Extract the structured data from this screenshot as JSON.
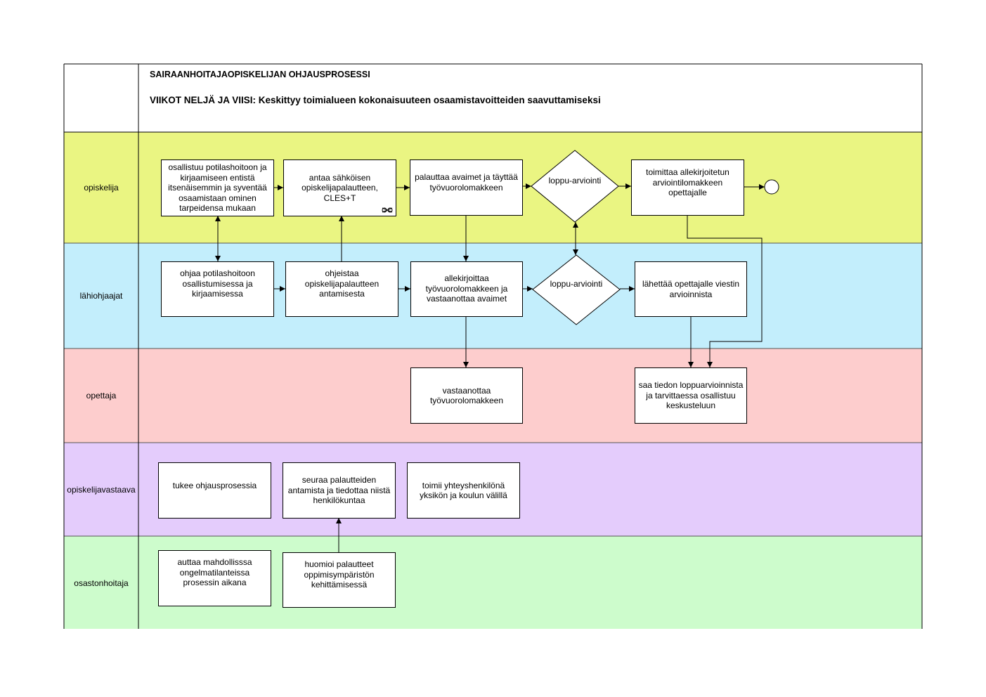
{
  "header": {
    "title": "SAIRAANHOITAJAOPISKELIJAN OHJAUSPROSESSI",
    "subtitle": "VIIKOT NELJÄ JA VIISI: Keskittyy toimialueen kokonaisuuteen osaamistavoitteiden saavuttamiseksi"
  },
  "lanes": [
    {
      "label": "opiskelija",
      "color": "#eaf582"
    },
    {
      "label": "lähiohjaajat",
      "color": "#c3eefc"
    },
    {
      "label": "opettaja",
      "color": "#fdcdcd"
    },
    {
      "label": "opiskelijavastaava",
      "color": "#e4ccfc"
    },
    {
      "label": "osastonhoitaja",
      "color": "#cdfccc"
    }
  ],
  "nodes": {
    "s1": "osallistuu potilashoitoon ja kirjaamiseen entistä itsenäisemmin ja syventää osaamistaan ominen tarpeidensa mukaan",
    "s2": "antaa sähköisen opiskelijapalautteen, CLES+T",
    "s3": "palauttaa avaimet ja täyttää työvuorolomakkeen",
    "s4": "loppu-arviointi",
    "s5": "toimittaa allekirjoitetun arviointilomakkeen opettajalle",
    "l1": "ohjaa potilashoitoon osallistumisessa ja kirjaamisessa",
    "l2": "ohjeistaa opiskelijapalautteen antamisesta",
    "l3": "allekirjoittaa työvuorolomakkeen ja vastaanottaa avaimet",
    "l4": "loppu-arviointi",
    "l5": "lähettää opettajalle viestin arvioinnista",
    "t1": "vastaanottaa työvuorolomakkeen",
    "t2": "saa tiedon loppuarvioinnista ja tarvittaessa osallistuu keskusteluun",
    "v1": "tukee ohjausprosessia",
    "v2": "seuraa palautteiden antamista ja tiedottaa niistä henkilökuntaa",
    "v3": "toimii yhteyshenkilönä yksikön ja koulun välillä",
    "h1": "auttaa mahdollisssa ongelmatilanteissa prosessin aikana",
    "h2": "huomioi palautteet oppimisympäristön kehittämisessä"
  }
}
